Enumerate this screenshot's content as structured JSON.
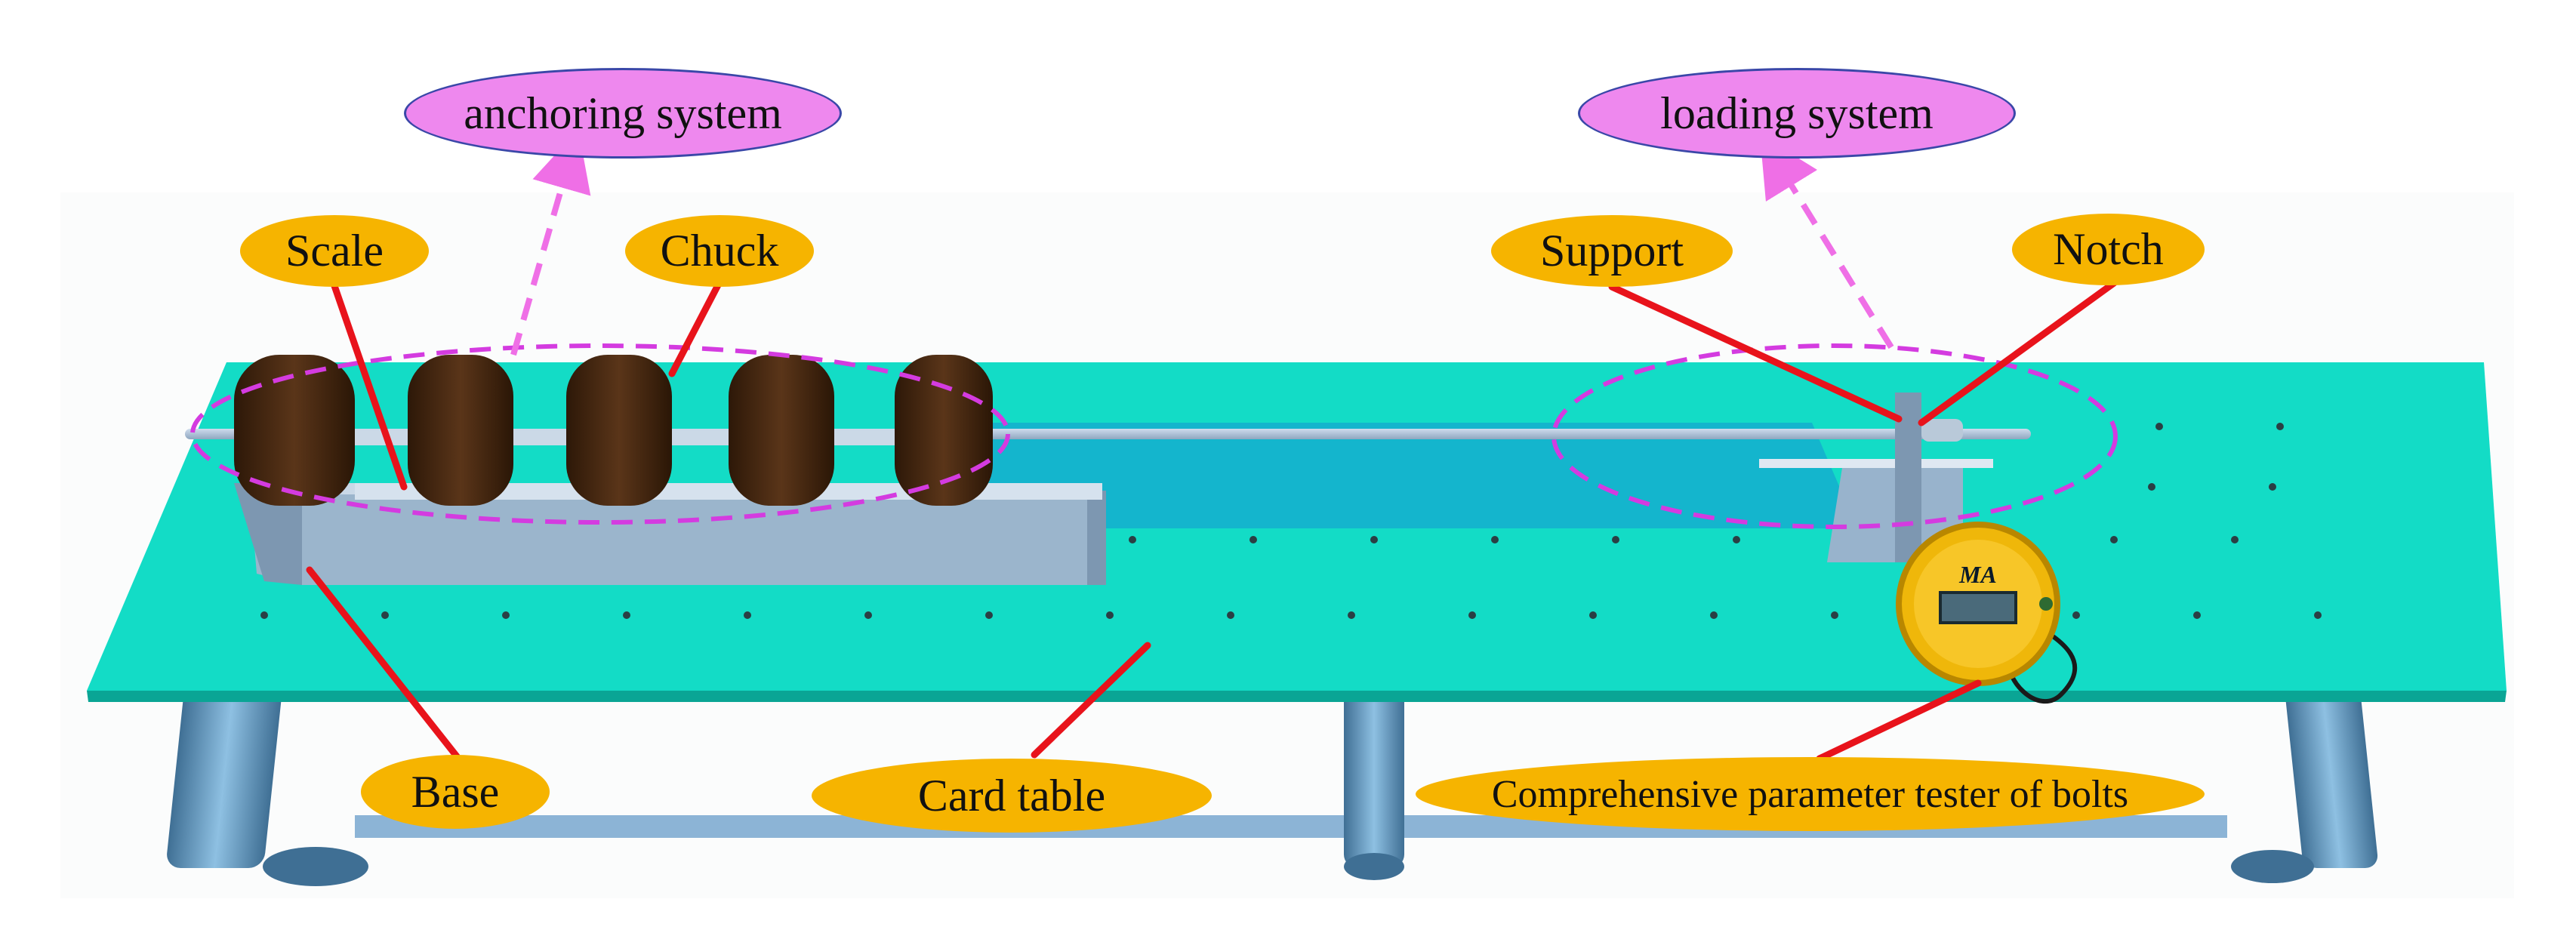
{
  "labels": {
    "anchoring_system": "anchoring system",
    "loading_system": "loading system",
    "scale": "Scale",
    "chuck": "Chuck",
    "support": "Support",
    "notch": "Notch",
    "base": "Base",
    "card_table": "Card table",
    "tester": "Comprehensive parameter tester of bolts"
  },
  "tester_display": {
    "brand": "MA"
  },
  "colors": {
    "table_top": "#13dcc6",
    "table_edge": "#0aa595",
    "label_fill": "#f6b400",
    "system_label_fill": "#ee88ee",
    "leader_line": "#e8131b",
    "group_outline": "#d43be0",
    "chuck": "#4a2a14",
    "rail": "#9fb5cc",
    "legs": "#6f9ec0"
  }
}
